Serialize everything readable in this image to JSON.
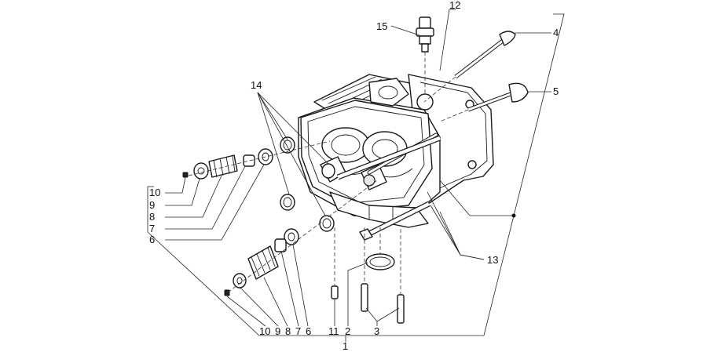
{
  "callouts": {
    "c1": "1",
    "c2": "2",
    "c3": "3",
    "c4": "4",
    "c5": "5",
    "c6_left": "6",
    "c7_left": "7",
    "c8_left": "8",
    "c9_left": "9",
    "c10_left": "10",
    "c10_bottom": "10",
    "c9_bottom": "9",
    "c8_bottom": "8",
    "c7_bottom": "7",
    "c6_bottom": "6",
    "c11": "11",
    "c12": "12",
    "c13": "13",
    "c14": "14",
    "c15": "15"
  }
}
